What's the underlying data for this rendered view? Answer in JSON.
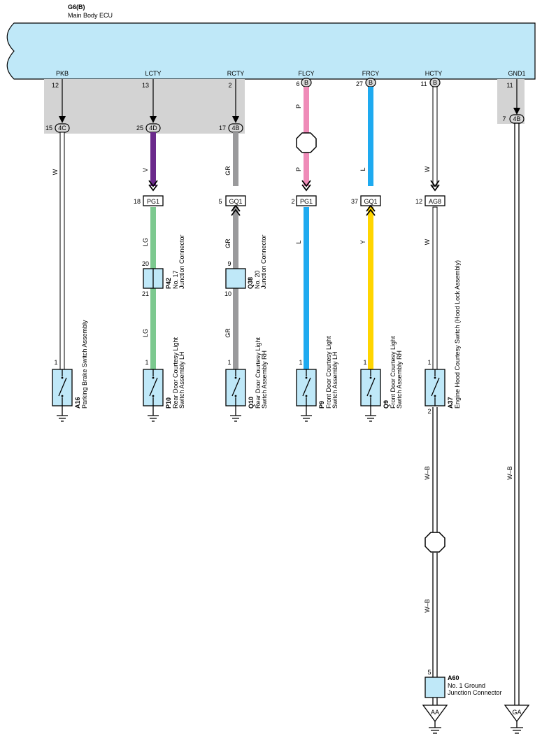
{
  "ecu": {
    "code": "G6(B)",
    "name": "Main Body ECU"
  },
  "terminals": [
    {
      "name": "PKB",
      "pin": "12"
    },
    {
      "name": "LCTY",
      "pin": "13"
    },
    {
      "name": "RCTY",
      "pin": "2"
    },
    {
      "name": "FLCY",
      "pin": "6",
      "badge": "B"
    },
    {
      "name": "FRCY",
      "pin": "27",
      "badge": "B"
    },
    {
      "name": "HCTY",
      "pin": "11",
      "badge": "B"
    },
    {
      "name": "GND1",
      "pin": "11"
    }
  ],
  "junction_connectors": [
    {
      "pin": "15",
      "code": "4C"
    },
    {
      "pin": "25",
      "code": "4D"
    },
    {
      "pin": "17",
      "code": "4B"
    },
    {
      "pin": "7",
      "code": "4B"
    }
  ],
  "mid_connectors": [
    {
      "pin": "18",
      "code": "PG1"
    },
    {
      "pin": "5",
      "code": "GQ1"
    },
    {
      "pin": "2",
      "code": "PG1"
    },
    {
      "pin": "37",
      "code": "GQ1"
    },
    {
      "pin": "12",
      "code": "AG8"
    }
  ],
  "wire_colors": {
    "pkb": "W",
    "lcty_upper": "V",
    "lcty_mid": "LG",
    "lcty_lower": "LG",
    "rcty_upper": "GR",
    "rcty_mid": "GR",
    "rcty_lower": "GR",
    "flcy_upper": "P",
    "flcy_upper2": "P",
    "flcy_lower": "L",
    "frcy_upper": "L",
    "frcy_lower": "Y",
    "hcty_upper": "W",
    "hcty_lower": "W",
    "hood_ground_upper": "W–B",
    "hood_ground_lower": "W–B",
    "gnd1": "W–B"
  },
  "junction_blocks": [
    {
      "code": "P42",
      "name": "No. 17",
      "sub": "Junction Connector",
      "pin_top": "20",
      "pin_bottom": "21"
    },
    {
      "code": "Q38",
      "name": "No. 20",
      "sub": "Junction Connector",
      "pin_top": "9",
      "pin_bottom": "10"
    }
  ],
  "switches": [
    {
      "code": "A16",
      "pin": "1",
      "line1": "Parking Brake Switch Assembly",
      "line2": ""
    },
    {
      "code": "P10",
      "pin": "1",
      "line1": "Rear Door Courtesy Light",
      "line2": "Switch Assembly LH"
    },
    {
      "code": "Q10",
      "pin": "1",
      "line1": "Rear Door Courtesy Light",
      "line2": "Switch Assembly RH"
    },
    {
      "code": "P9",
      "pin": "1",
      "line1": "Front Door Courtesy Light",
      "line2": "Switch Assembly LH"
    },
    {
      "code": "Q9",
      "pin": "1",
      "line1": "Front Door Courtesy Light",
      "line2": "Switch Assembly RH"
    },
    {
      "code": "A37",
      "pin": "1",
      "pin_bottom": "2",
      "line1": "Engine Hood Courtesy Switch (Hood Lock Assembly)",
      "line2": ""
    }
  ],
  "ground_junction": {
    "code": "A60",
    "pin": "5",
    "line1": "No. 1 Ground",
    "line2": "Junction Connector"
  },
  "grounds": [
    {
      "code": "AA"
    },
    {
      "code": "GA"
    }
  ],
  "colors": {
    "ecu_fill": "#bfe8f8",
    "connector_area": "#d3d3d3",
    "switch_fill": "#bfe8f8",
    "wire_white": "#ffffff",
    "wire_violet": "#6b2a8c",
    "wire_light_green": "#7cc98f",
    "wire_gray": "#9a9a9c",
    "wire_pink": "#ef8bb8",
    "wire_blue": "#1eaaf0",
    "wire_yellow": "#ffd500",
    "connector_badge": "#d9d9d9"
  }
}
